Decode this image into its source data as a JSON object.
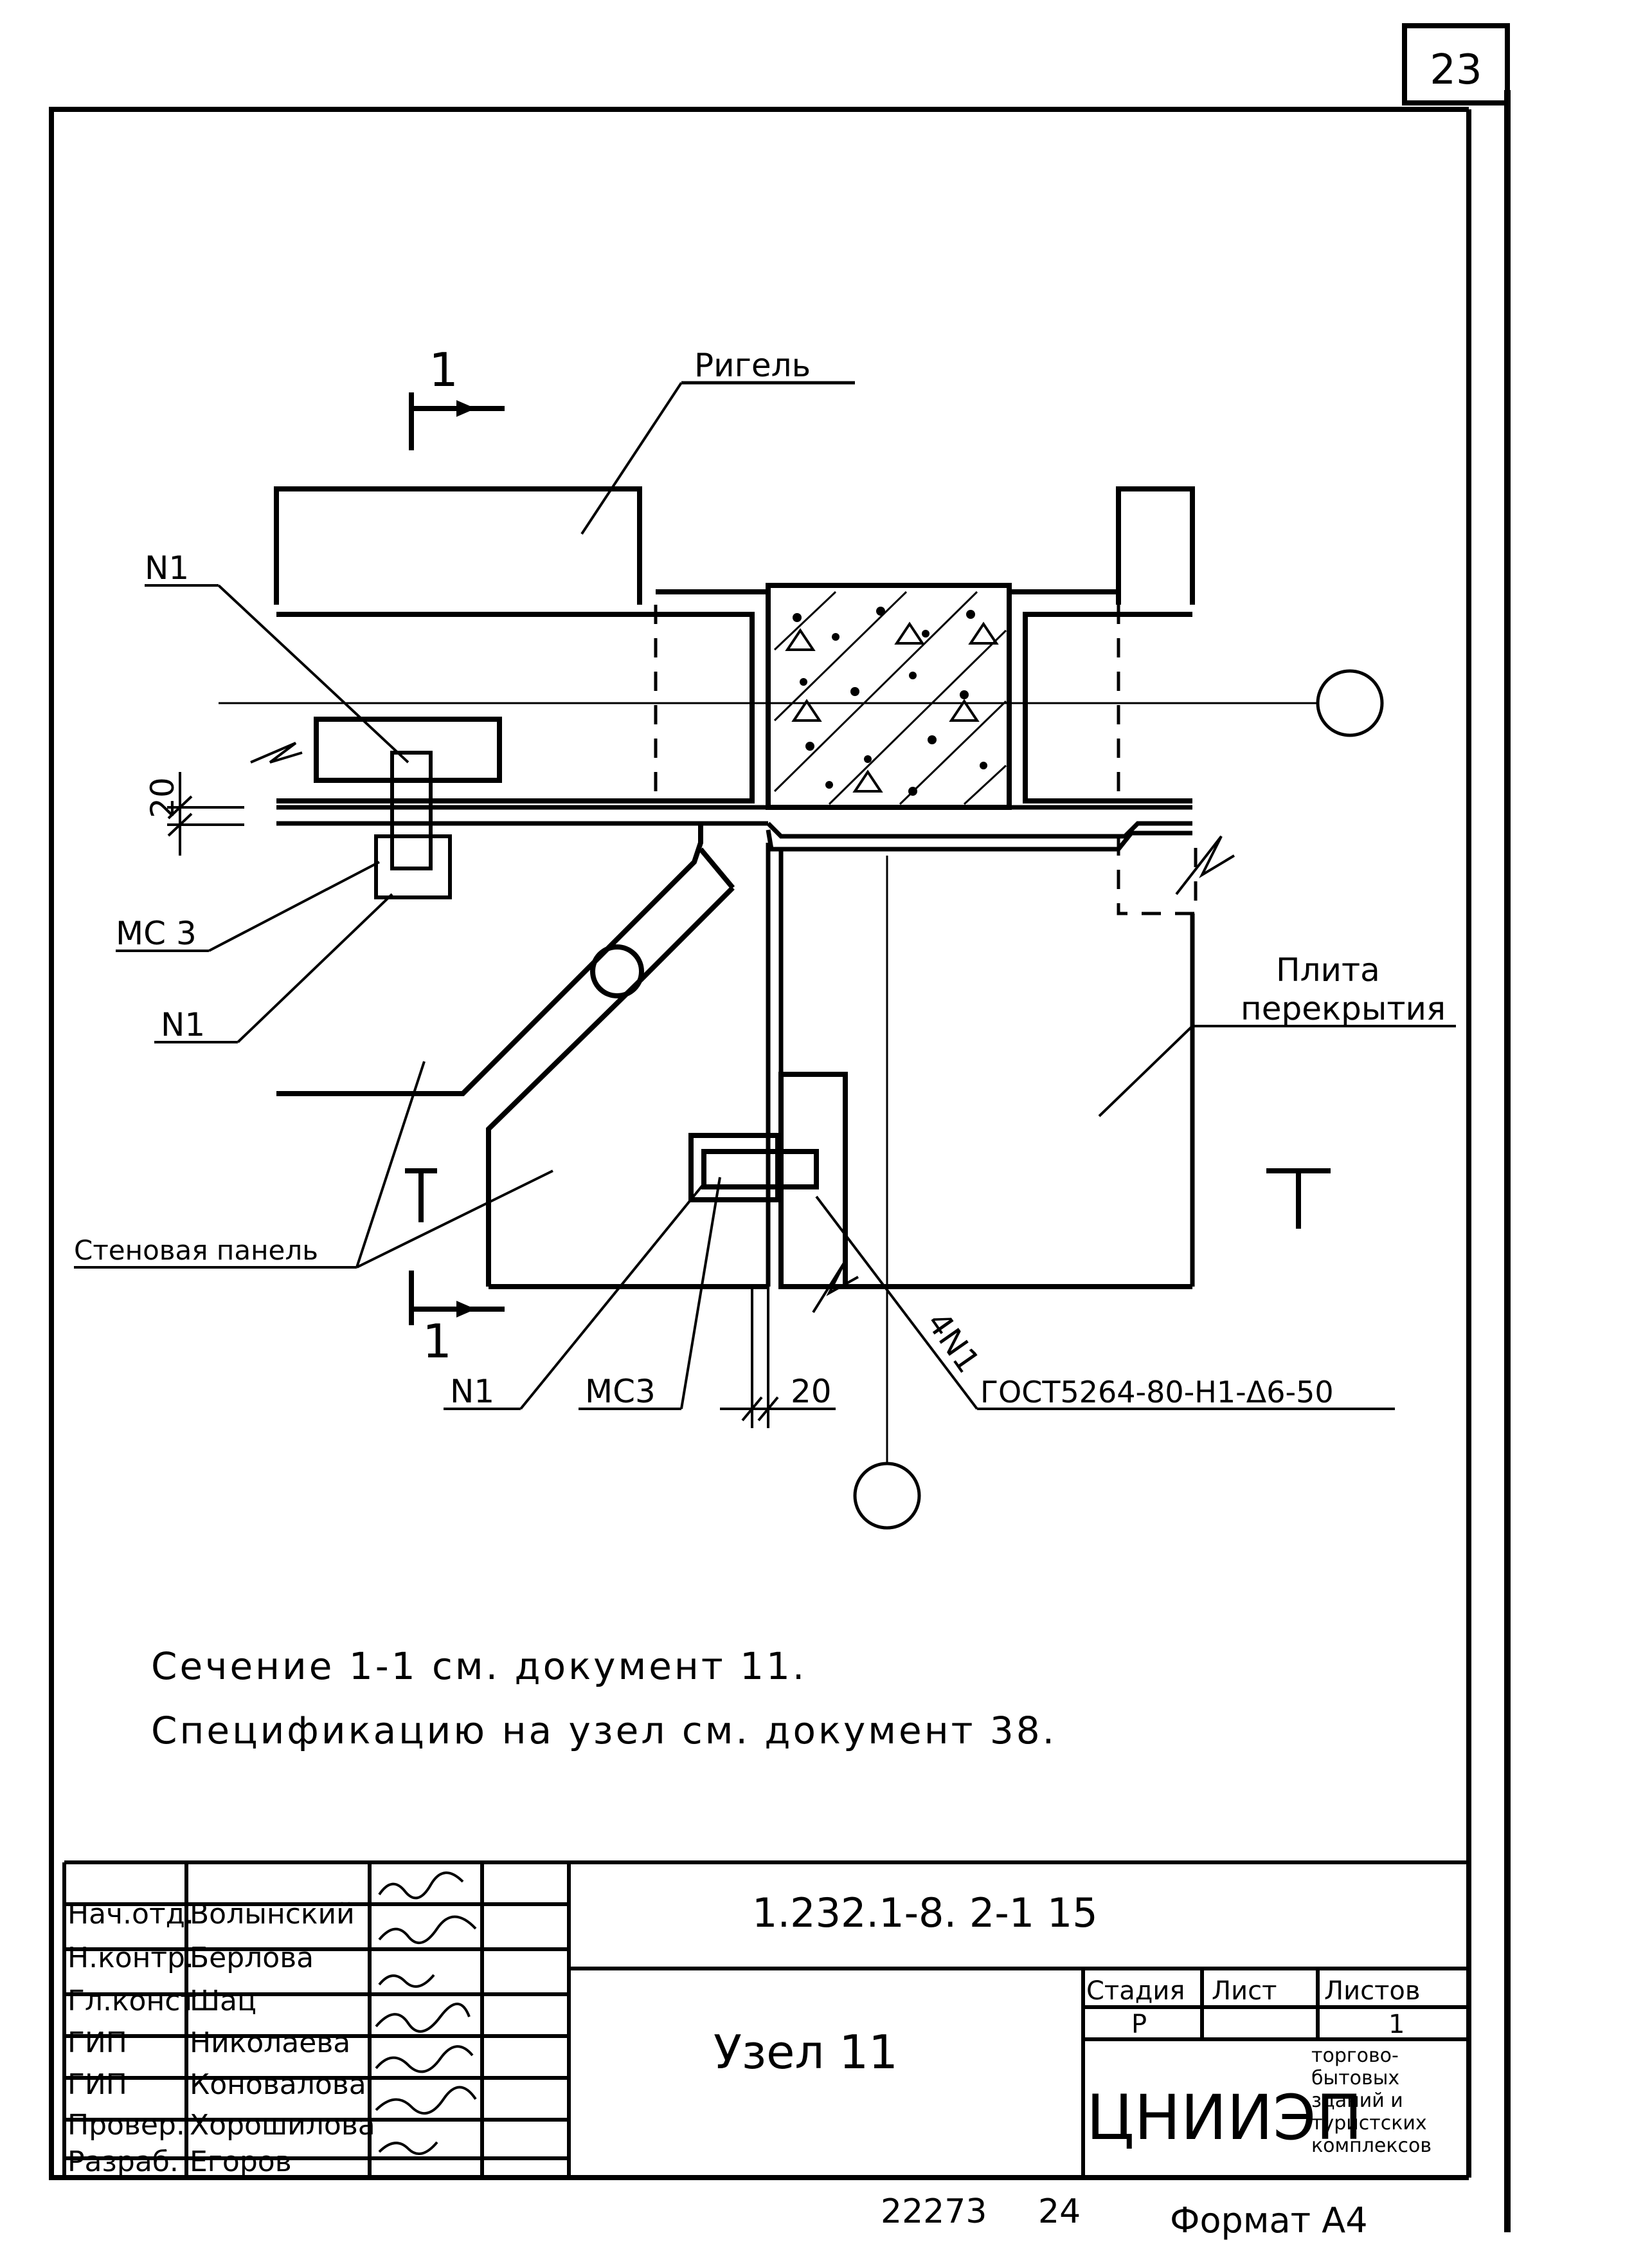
{
  "sheet_number": "23",
  "labels": {
    "rigel": "Ригель",
    "n1": "N1",
    "mc3": "МС 3",
    "mc3_b": "МС3",
    "plita_1": "Плита",
    "plita_2": "перекрытия",
    "stenovaya": "Стеновая панель",
    "gost": "ГОСТ5264-80-Н1-Δ6-50",
    "weld_count": "4N1",
    "dim_20": "20",
    "section_1": "1",
    "section_marker": "1"
  },
  "notes": [
    "Сечение 1-1 см. документ 11.",
    "Спецификацию на узел см. документ 38."
  ],
  "title_block": {
    "code": "1.232.1-8. 2-1   15",
    "title": "Узел 11",
    "roles": [
      "Нач.отд.",
      "Н.контр.",
      "Гл.конст",
      "ГИП",
      "ГИП",
      "Провер.",
      "Разраб."
    ],
    "names": [
      "Волынский",
      "Берлова",
      "Шац",
      "Николаева",
      "Коновалова",
      "Хорошилова",
      "Егоров"
    ],
    "stage_header": "Стадия",
    "sheet_header": "Лист",
    "sheets_header": "Листов",
    "stage_value": "Р",
    "sheets_value": "1",
    "org": "ЦНИИЭП",
    "org_sub": [
      "торгово-",
      "бытовых",
      "зданий и",
      "туристских",
      "комплексов"
    ]
  },
  "footer": {
    "number": "22273",
    "page": "24",
    "format": "Формат А4"
  }
}
